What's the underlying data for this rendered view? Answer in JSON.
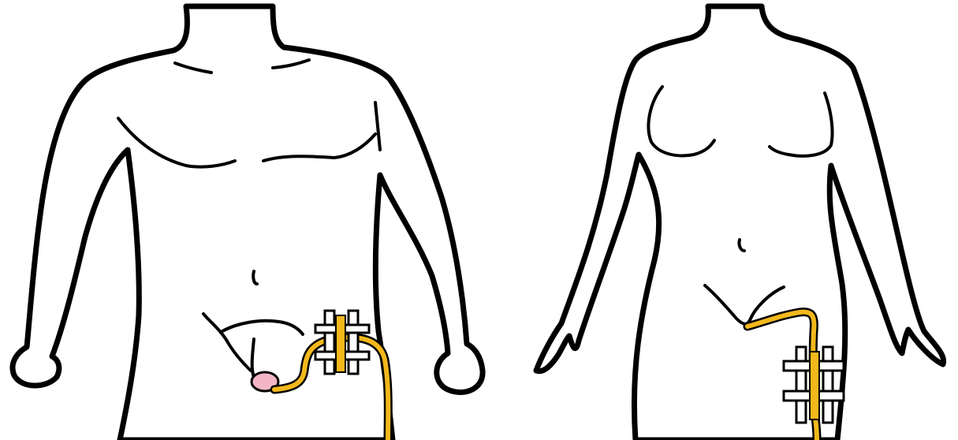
{
  "colors": {
    "skin": "#f3d2bb",
    "outline": "#000000",
    "tube": "#f2b81c",
    "securement": "#ffffff",
    "glans": "#f2b6c6",
    "background": "#ffffff"
  },
  "figures": [
    {
      "name": "male-figure",
      "catheter": "urinary-catheter-secured-to-thigh"
    },
    {
      "name": "female-figure",
      "catheter": "urinary-catheter-secured-to-thigh"
    }
  ]
}
